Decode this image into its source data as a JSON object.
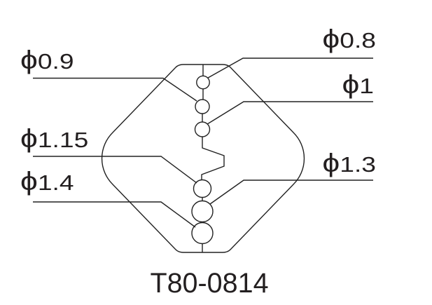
{
  "drawing": {
    "title": "T80-0814",
    "labels": {
      "left": [
        {
          "symbol": "ϕ",
          "value": "0.9"
        },
        {
          "symbol": "ϕ",
          "value": "1.15"
        },
        {
          "symbol": "ϕ",
          "value": "1.4"
        }
      ],
      "right": [
        {
          "symbol": "ϕ",
          "value": "0.8"
        },
        {
          "symbol": "ϕ",
          "value": "1"
        },
        {
          "symbol": "ϕ",
          "value": "1.3"
        }
      ]
    },
    "colors": {
      "line": "#222222",
      "text": "#231f20",
      "background": "#ffffff"
    }
  }
}
